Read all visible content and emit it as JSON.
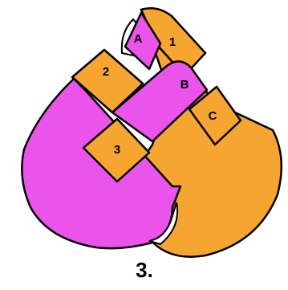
{
  "diagram": {
    "colors": {
      "orange": "#f7a531",
      "pink": "#eb54eb",
      "outline": "#000000",
      "background": "#ffffff"
    },
    "labels": {
      "strip_a": "A",
      "strip_b": "B",
      "strip_c": "C",
      "strip_1": "1",
      "strip_2": "2",
      "strip_3": "3"
    },
    "step_number": "3."
  }
}
